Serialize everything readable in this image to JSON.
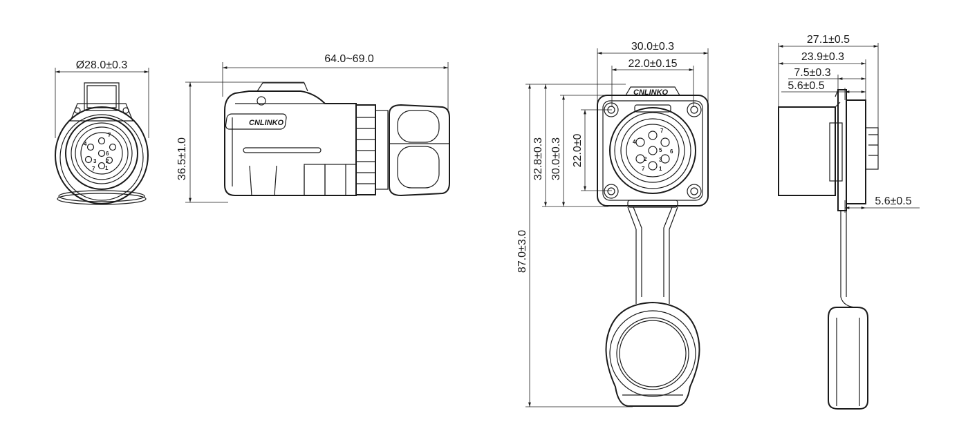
{
  "brand": {
    "logo_text": "CNLINKO"
  },
  "front_view": {
    "diameter_label": "Ø28.0±0.3",
    "pins": [
      "7",
      "4",
      "6",
      "3",
      "2",
      "1",
      "7"
    ]
  },
  "side_view": {
    "length_label": "64.0~69.0",
    "height_label": "36.5±1.0"
  },
  "panel_view": {
    "width_outer_label": "30.0±0.3",
    "width_inner_label": "22.0±0.15",
    "height_outer_label": "32.8±0.3",
    "height_mid_label": "30.0±0.3",
    "height_inner_label": "22.0±0",
    "total_length_label": "87.0±3.0",
    "pins": [
      "7",
      "4",
      "5",
      "6",
      "2",
      "3",
      "7",
      "1"
    ]
  },
  "profile_view": {
    "depth_a_label": "27.1±0.5",
    "depth_b_label": "23.9±0.3",
    "depth_c_label": "7.5±0.3",
    "depth_d_label": "5.6±0.5",
    "depth_e_label": "5.6±0.5"
  }
}
